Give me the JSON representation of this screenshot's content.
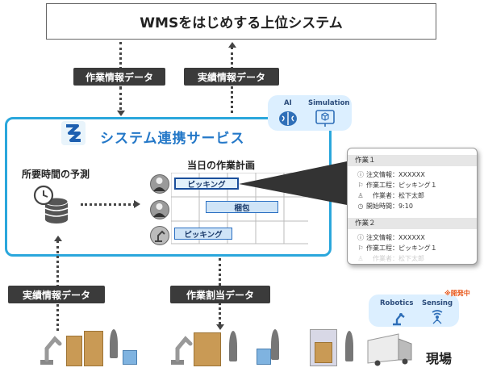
{
  "wms": {
    "title": "WMSをはじめする上位システム"
  },
  "flows": {
    "task_info_top": "作業情報データ",
    "actual_info_top": "実績情報データ",
    "actual_info_bottom": "実績情報データ",
    "task_assign_bottom": "作業割当データ"
  },
  "service": {
    "title": "システム連携サービス",
    "prediction_title": "所要時間の予測",
    "plan_title": "当日の作業計画",
    "bars": [
      {
        "label": "ピッキング"
      },
      {
        "label": "梱包"
      },
      {
        "label": "ピッキング"
      }
    ]
  },
  "ai_badge": {
    "ai_label": "AI",
    "sim_label": "Simulation"
  },
  "popup": {
    "job1": {
      "header": "作業１",
      "rows": [
        {
          "label": "注文情報：XXXXXX"
        },
        {
          "label": "作業工程：ピッキング１"
        },
        {
          "label": "　作業者：松下太郎"
        },
        {
          "label": "開始時間：9:10"
        }
      ]
    },
    "job2": {
      "header": "作業２",
      "rows": [
        {
          "label": "注文情報：XXXXXX"
        },
        {
          "label": "作業工程：ピッキング１"
        },
        {
          "label": "　作業者：松下太郎"
        }
      ]
    }
  },
  "dev_badge": {
    "robotics_label": "Robotics",
    "sensing_label": "Sensing",
    "dev_note": "※開発中"
  },
  "site_label": "現場",
  "colors": {
    "accent": "#2aa7dc",
    "title_blue": "#2478c8",
    "dark_label": "#3b3b3b",
    "dev_note": "#e85a1e"
  }
}
